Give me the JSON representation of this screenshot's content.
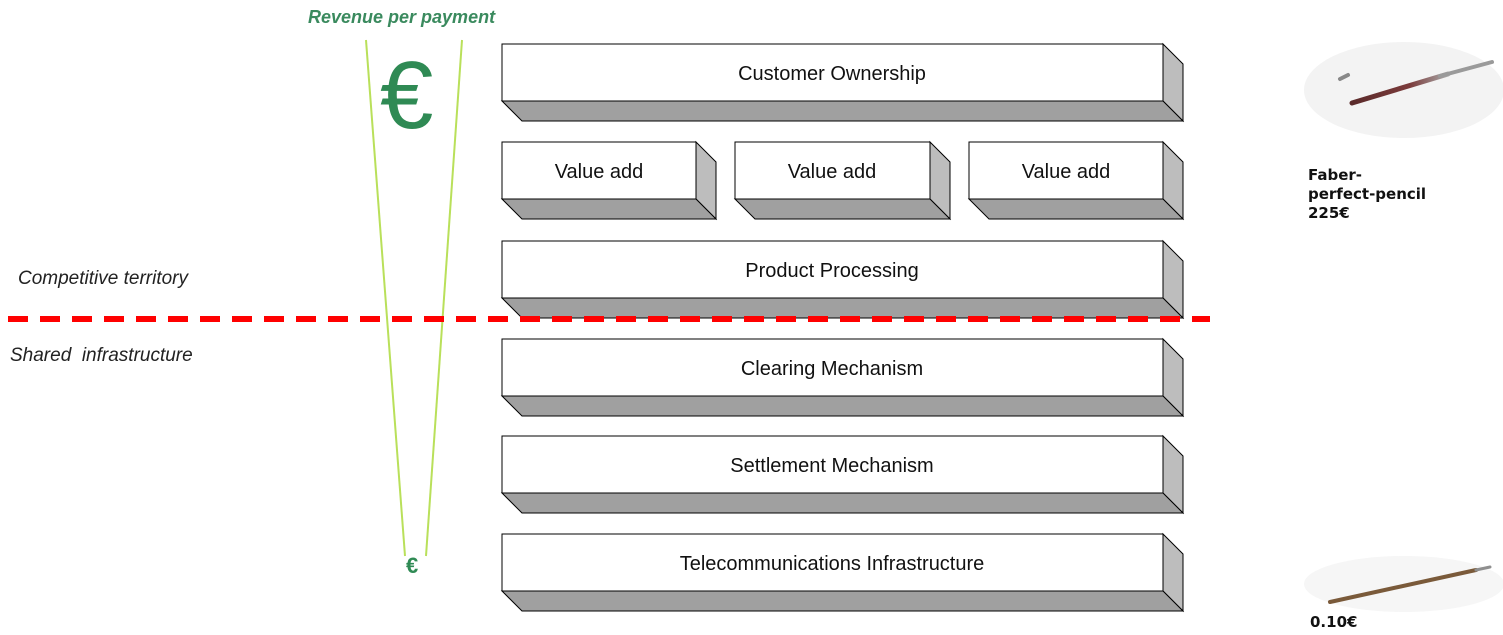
{
  "funnel": {
    "title": "Revenue per payment",
    "euro_top": "€",
    "euro_bottom": "€",
    "color": "#b9e05a",
    "euro_color": "#2f8a54"
  },
  "zones": {
    "upper_label": "Competitive territory",
    "lower_label": "Shared  infrastructure",
    "divider_color": "#ff0000"
  },
  "layers": {
    "customer_ownership": "Customer Ownership",
    "value_add": [
      "Value add",
      "Value add",
      "Value add"
    ],
    "product_processing": "Product Processing",
    "clearing": "Clearing Mechanism",
    "settlement": "Settlement Mechanism",
    "telecom": "Telecommunications Infrastructure"
  },
  "pencils": {
    "expensive": {
      "name_line1": "Faber-",
      "name_line2": "perfect-pencil",
      "price": "225€"
    },
    "cheap": {
      "price": "0.10€"
    }
  }
}
